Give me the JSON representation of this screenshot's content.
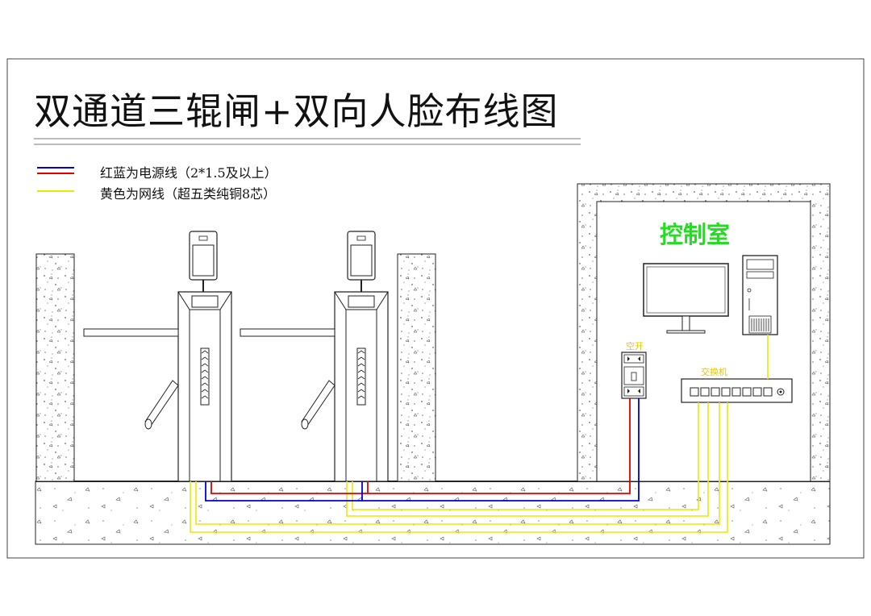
{
  "title": "双通道三辊闸+双向人脸布线图",
  "legend": [
    {
      "text": "红蓝为电源线（2*1.5及以上）",
      "colors": [
        "#e00000",
        "#0000e0"
      ]
    },
    {
      "text": "黄色为网线（超五类纯铜8芯）",
      "colors": [
        "#f2e600"
      ]
    }
  ],
  "room_label": "控制室",
  "breaker_label": "空开",
  "switch_label": "交换机",
  "colors": {
    "power_positive": "#e00000",
    "power_negative": "#0000e0",
    "network": "#f2e600",
    "room_label": "#22dd22",
    "equipment_label": "#e0c800"
  },
  "icons": [
    "face-recognition-terminal-icon",
    "tripod-turnstile-icon",
    "monitor-icon",
    "desktop-pc-icon",
    "air-breaker-icon",
    "network-switch-icon"
  ]
}
